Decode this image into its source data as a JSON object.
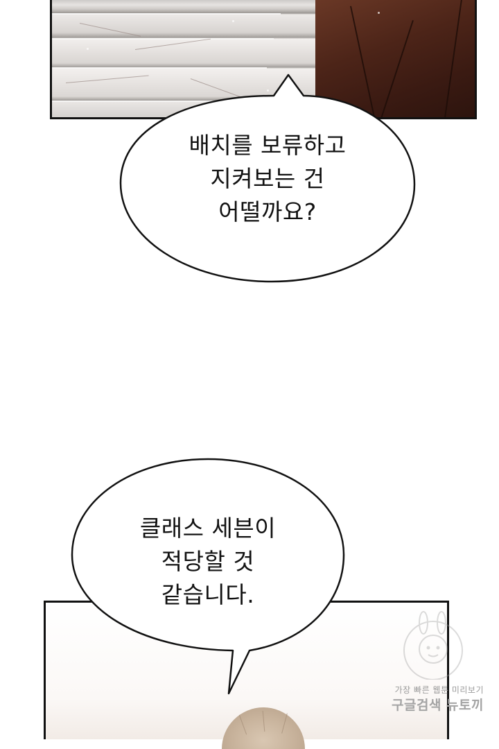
{
  "panels": {
    "top": {
      "description_colors": {
        "suit": "#4c2418",
        "marble": "#d9d6d4"
      }
    },
    "bottom": {
      "hair_color": "#c8b39c"
    }
  },
  "bubble_1": {
    "lines": [
      "배치를 보류하고",
      "지켜보는 건",
      "어떨까요?"
    ]
  },
  "bubble_2": {
    "lines": [
      "클래스 세븐이",
      "적당할 것",
      "같습니다."
    ]
  },
  "watermark": {
    "small": "가장 빠른 웹툰 미리보기",
    "big": "구글검색 뉴토끼"
  },
  "colors": {
    "outline": "#111111",
    "bubble_fill": "#ffffff",
    "watermark": "#a4a4a4"
  }
}
